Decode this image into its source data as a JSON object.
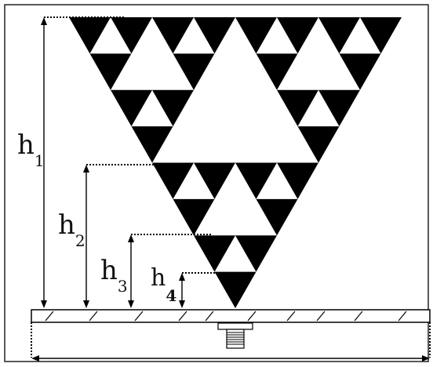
{
  "labels": {
    "h1": {
      "base": "h",
      "sub": "1"
    },
    "h2": {
      "base": "h",
      "sub": "2"
    },
    "h3": {
      "base": "h",
      "sub": "3"
    },
    "h4": {
      "base": "h",
      "sub": "4"
    }
  },
  "colors": {
    "ink": "#000000",
    "background": "#ffffff",
    "frame": "#222222"
  }
}
